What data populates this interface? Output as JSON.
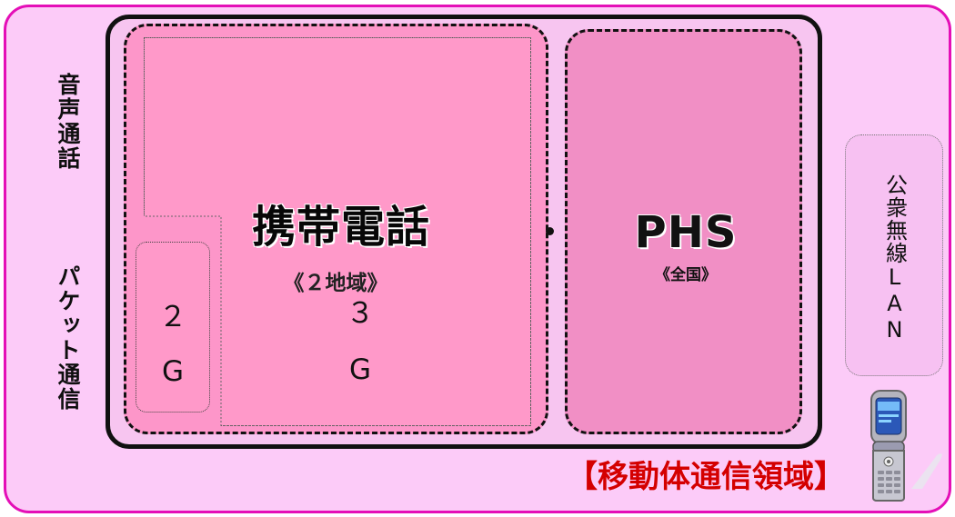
{
  "labels": {
    "voice_call": "音声通話",
    "packet_comm": "パケット通信",
    "mobile_phone": "携帯電話",
    "two_regions": "《２地域》",
    "gen_2g_num": "２",
    "gen_2g_letter": "G",
    "gen_3g_num": "３",
    "gen_3g_letter": "G",
    "phs": "PHS",
    "nationwide": "《全国》",
    "public_wlan": "公衆無線LAN",
    "mobile_comm_area": "【移動体通信領域】"
  },
  "icons": {
    "flip_phone": "flip-phone-icon"
  },
  "colors": {
    "frame_border": "#e40fb7",
    "frame_fill": "#fccbf8",
    "phone_fill": "#fd96c9",
    "phs_fill": "#f18fc5",
    "lan_fill": "#f7c1f2",
    "caption": "#d40000"
  }
}
